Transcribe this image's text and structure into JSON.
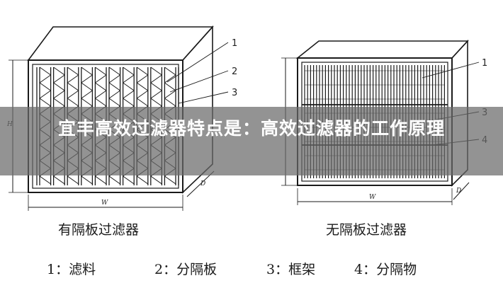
{
  "banner": {
    "title": "宜丰高效过滤器特点是：高效过滤器的工作原理"
  },
  "left_filter": {
    "caption": "有隔板过滤器",
    "callouts": [
      "1",
      "2",
      "3"
    ],
    "dim_h": "H",
    "dim_w": "W",
    "dim_d": "D"
  },
  "right_filter": {
    "caption": "无隔板过滤器",
    "callouts": [
      "1",
      "3",
      "4"
    ],
    "dim_w": "W",
    "dim_d": "D"
  },
  "legend": {
    "items": [
      {
        "num": "1：",
        "label": "滤料"
      },
      {
        "num": "2：",
        "label": "分隔板"
      },
      {
        "num": "3：",
        "label": "框架"
      },
      {
        "num": "4：",
        "label": "分隔物"
      }
    ]
  }
}
